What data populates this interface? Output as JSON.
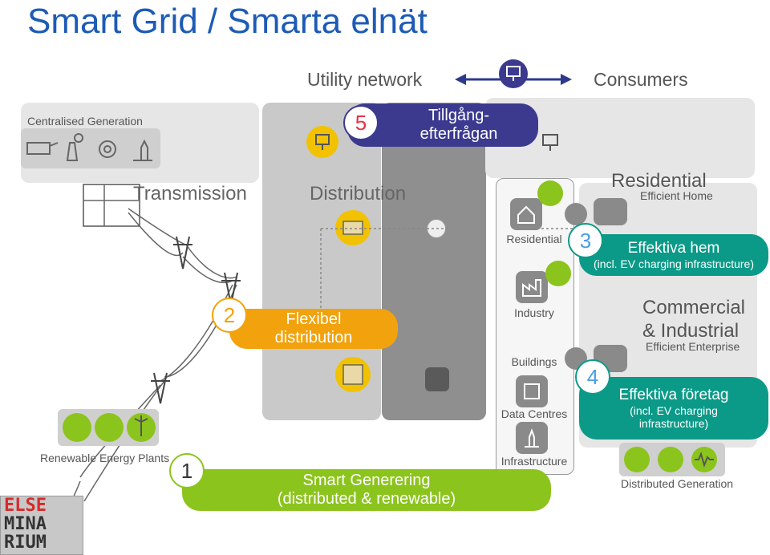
{
  "title": "Smart Grid / Smarta elnät",
  "header": {
    "utility": "Utility network",
    "consumers": "Consumers"
  },
  "left": {
    "centralised": "Centralised Generation",
    "transmission": "Transmission",
    "distribution": "Distribution",
    "renewable": "Renewable Energy Plants"
  },
  "callouts": {
    "c5": {
      "num": "5",
      "line1": "Tillgång-",
      "line2": "efterfrågan"
    },
    "c2": {
      "num": "2",
      "line1": "Flexibel",
      "line2": "distribution"
    },
    "c1": {
      "num": "1",
      "line1": "Smart Generering",
      "line2": "(distributed & renewable)"
    },
    "c3": {
      "num": "3",
      "line1": "Effektiva hem",
      "line2": "(incl. EV charging infrastructure)"
    },
    "c4": {
      "num": "4",
      "line1": "Effektiva företag",
      "line2": "(incl. EV charging",
      "line3": "infrastructure)"
    }
  },
  "consumer_column": {
    "residential": "Residential",
    "industry": "Industry",
    "buildings": "Buildings",
    "datacentres": "Data Centres",
    "infrastructure": "Infrastructure"
  },
  "right": {
    "residential_title": "Residential",
    "residential_sub": "Efficient Home",
    "ci_title1": "Commercial",
    "ci_title2": "& Industrial",
    "ci_sub": "Efficient Enterprise",
    "distributed": "Distributed Generation"
  },
  "logo": {
    "line1": "ELSE",
    "line2": "MINA",
    "line3": "RIUM"
  },
  "colors": {
    "title": "#1d5bb5",
    "purple": "#3b3a8f",
    "orange": "#f2a20c",
    "green": "#8cc41e",
    "teal": "#0c9a88"
  }
}
